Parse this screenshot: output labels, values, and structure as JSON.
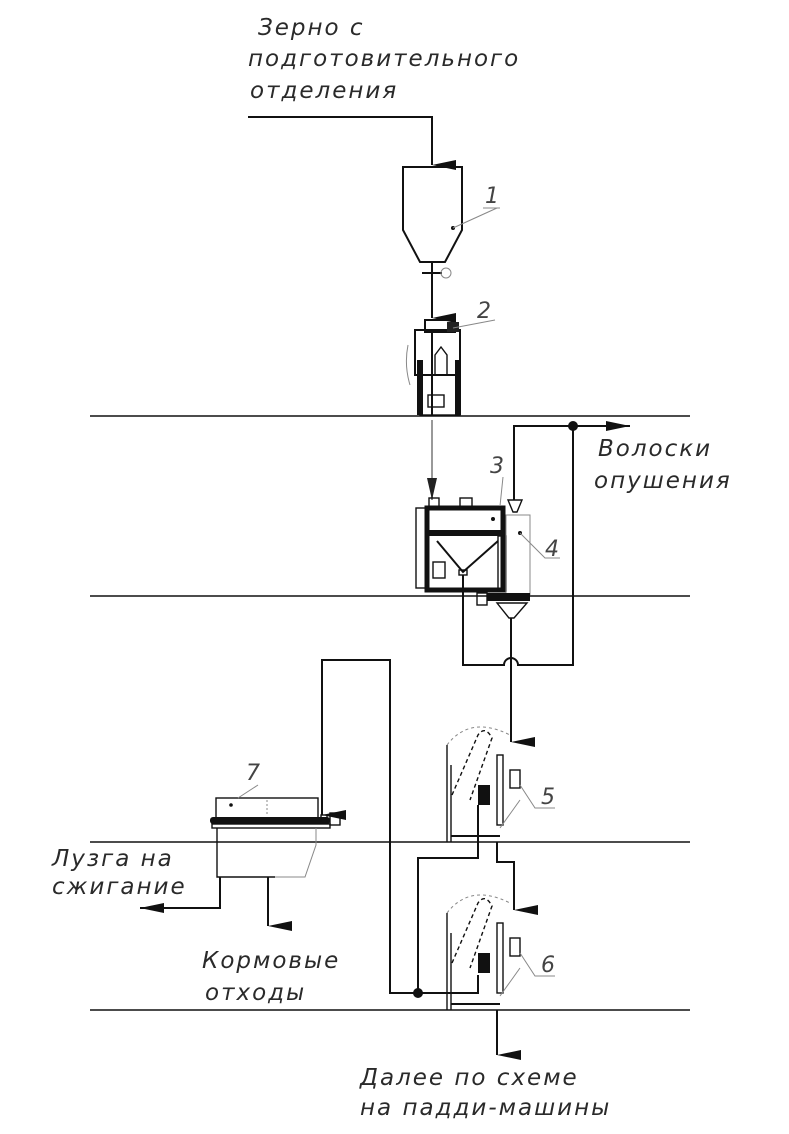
{
  "labels": {
    "input": [
      "Зерно с",
      "подготовительного",
      "отделения"
    ],
    "fuzz": [
      "Волоски",
      "опушения"
    ],
    "husk": [
      "Лузга на",
      "сжигание"
    ],
    "feed": [
      "Кормовые",
      "отходы"
    ],
    "output": [
      "Далее по схеме",
      "на падди-машины"
    ]
  },
  "equipment_numbers": [
    "1",
    "2",
    "3",
    "4",
    "5",
    "6",
    "7"
  ]
}
